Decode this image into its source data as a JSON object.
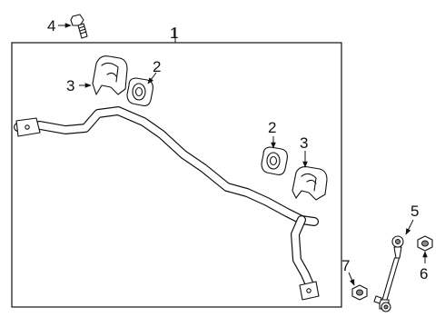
{
  "callouts": {
    "part_1": "1",
    "part_2_left": "2",
    "part_2_right": "2",
    "part_3_left": "3",
    "part_3_right": "3",
    "part_4": "4",
    "part_5": "5",
    "part_6": "6",
    "part_7": "7"
  },
  "colors": {
    "line": "#111111",
    "background": "#ffffff",
    "shading": "#8a8a8a"
  }
}
